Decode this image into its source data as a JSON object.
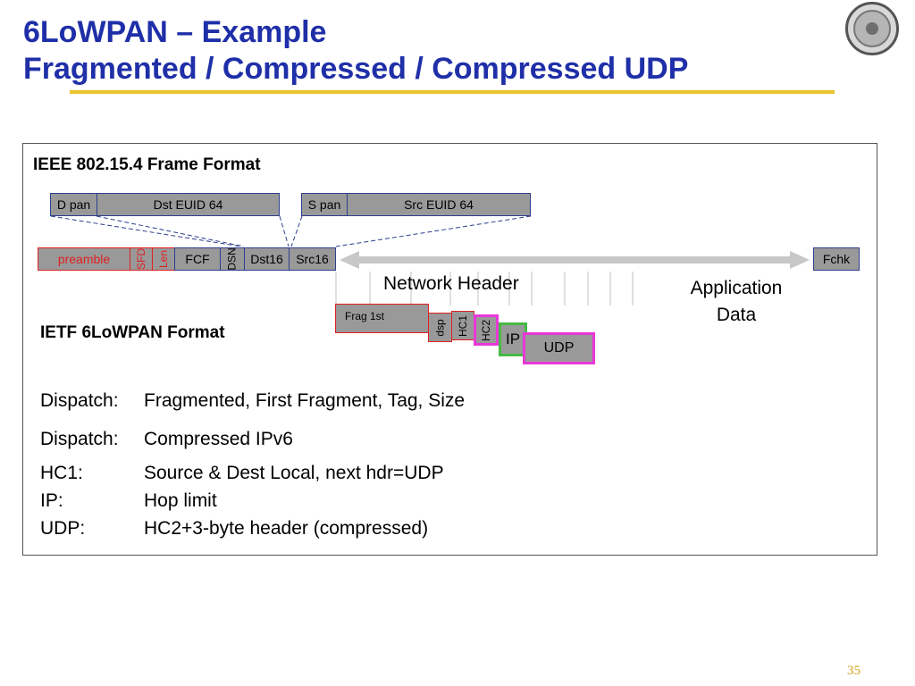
{
  "slide": {
    "title_line1": "6LoWPAN – Example",
    "title_line2": "Fragmented / Compressed / Compressed UDP",
    "page_number": "35"
  },
  "frame": {
    "heading": "IEEE 802.15.4 Frame Format",
    "address_fields": {
      "d_pan": "D pan",
      "dst_euid": "Dst EUID 64",
      "s_pan": "S pan",
      "src_euid": "Src EUID 64"
    },
    "fields": {
      "preamble": "preamble",
      "sfd": "SFD",
      "len": "Len",
      "fcf": "FCF",
      "dsn": "DSN",
      "dst16": "Dst16",
      "src16": "Src16",
      "fchk": "Fchk"
    }
  },
  "lowpan": {
    "heading": "IETF 6LoWPAN Format",
    "network_header": "Network Header",
    "application_line1": "Application",
    "application_line2": "Data",
    "headers": {
      "frag": "Frag 1st",
      "dsp": "dsp",
      "hc1": "HC1",
      "hc2": "HC2",
      "ip": "IP",
      "udp": "UDP"
    },
    "descriptions": [
      {
        "key": "Dispatch:",
        "value": "Fragmented, First Fragment, Tag, Size"
      },
      {
        "key": "Dispatch:",
        "value": "Compressed IPv6"
      },
      {
        "key": "HC1:",
        "value": "Source & Dest Local, next hdr=UDP"
      },
      {
        "key": "IP:",
        "value": "Hop limit"
      },
      {
        "key": "UDP:",
        "value": "HC2+3-byte header (compressed)"
      }
    ]
  },
  "colors": {
    "title": "#1f2fa8",
    "rule": "#e8c32a",
    "field_fill": "#999999",
    "red_border": "#e02020",
    "pink_border": "#e838d8",
    "green_border": "#44bb44"
  }
}
